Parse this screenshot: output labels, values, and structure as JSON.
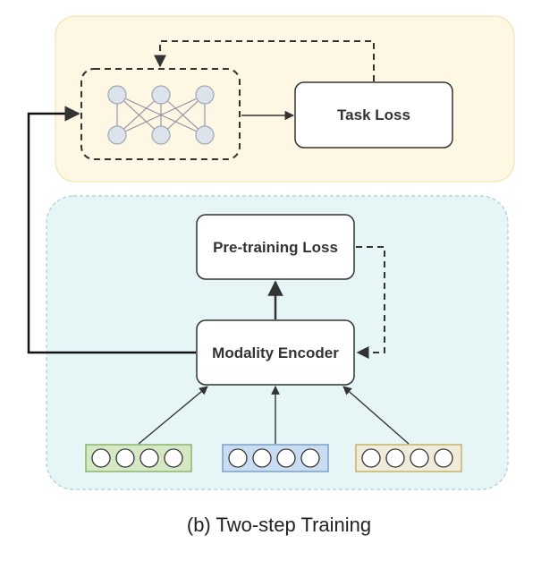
{
  "task_panel": {
    "task_loss_label": "Task Loss",
    "fill": "#fdf7e4",
    "border": "#f3e3b5"
  },
  "pretrain_panel": {
    "fill": "#e6f5f5",
    "border": "#a9cfd3",
    "pretraining_loss_label": "Pre-training Loss",
    "encoder_label": "Modality Encoder"
  },
  "network": {
    "node_count_per_layer": 3,
    "layers": 2,
    "node_fill": "#dde3ea",
    "node_stroke": "#9aa8b7",
    "edge_color": "#9a8a9e"
  },
  "inputs": [
    {
      "name": "green",
      "fill": "#d5e8c4",
      "stroke": "#8bb56d",
      "slots": 4
    },
    {
      "name": "blue",
      "fill": "#c9ddf2",
      "stroke": "#7c9ec8",
      "slots": 4
    },
    {
      "name": "khaki",
      "fill": "#f0ecd9",
      "stroke": "#c8b16a",
      "slots": 4
    }
  ],
  "caption": "(b) Two-step Training"
}
